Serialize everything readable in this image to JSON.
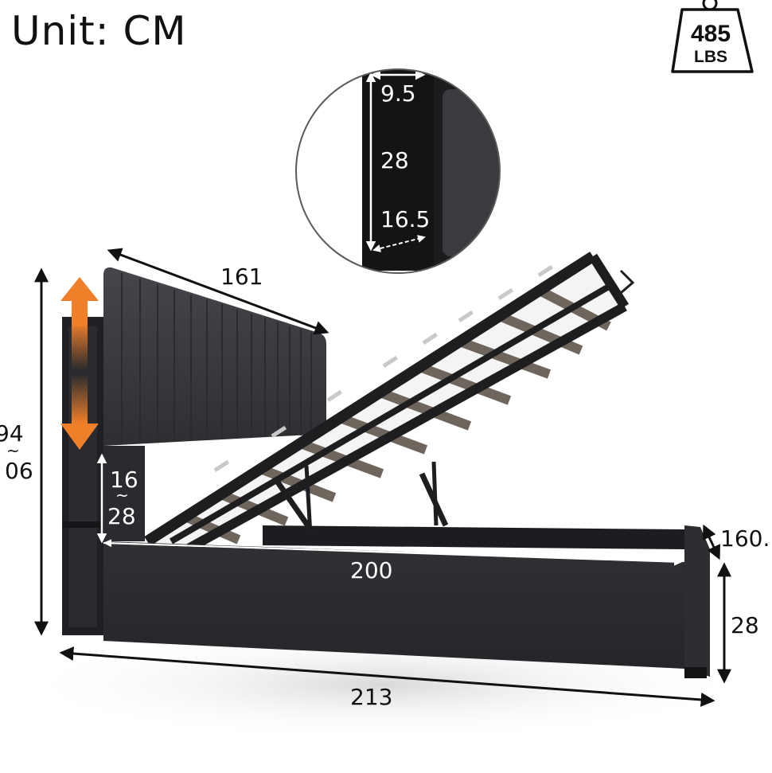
{
  "header": {
    "unit_label": "Unit: CM"
  },
  "weight_badge": {
    "icon": "weight-icon",
    "value": "485",
    "unit": "LBS"
  },
  "detail_inset": {
    "icon": "magnifier-circle",
    "width": "9.5",
    "height": "28",
    "depth": "16.5"
  },
  "dimensions": {
    "headboard_width": "161",
    "total_height_top": "94",
    "total_height_sep": "~",
    "total_height_bottom": "06",
    "headboard_gap_top": "16",
    "headboard_gap_sep": "~",
    "headboard_gap_bottom": "28",
    "frame_length": "200",
    "total_length": "213",
    "frame_width": "160.",
    "frame_height": "28"
  },
  "colors": {
    "fabric": "#3a3b3f",
    "fabric_dark": "#2b2c30",
    "frame_metal": "#1e1e20",
    "slat": "#6e665c",
    "arrow_orange": "#f07f2a",
    "text": "#111111"
  }
}
